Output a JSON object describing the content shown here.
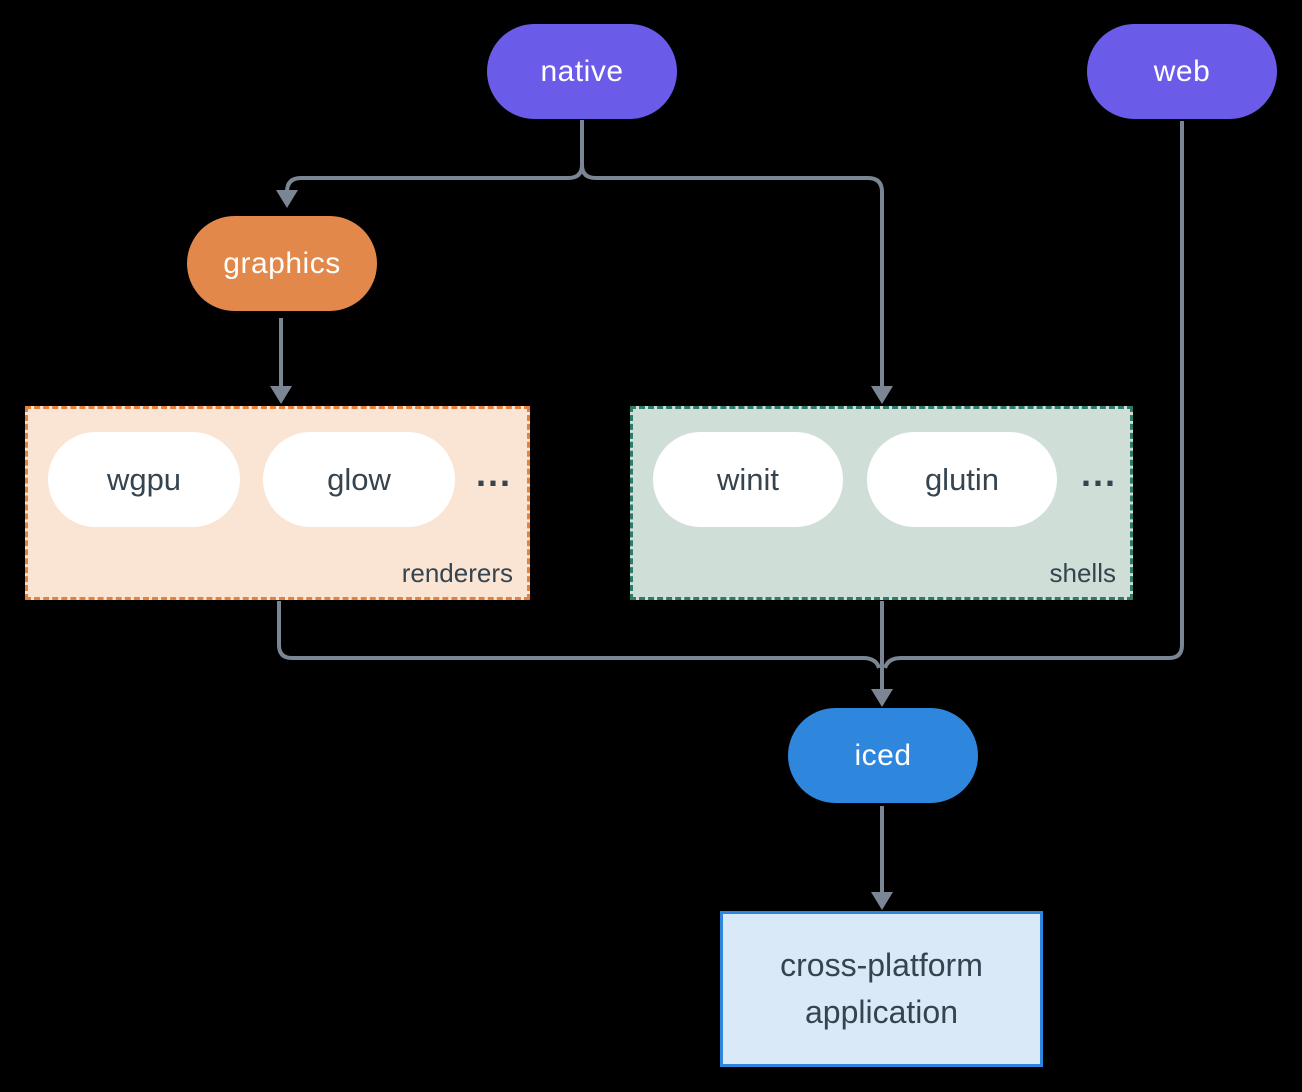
{
  "diagram": {
    "line_color": "#7b8694",
    "item_fill": "#ffffff",
    "item_text_color": "#35444f",
    "nodes": {
      "native": {
        "label": "native",
        "fill": "#6a5ce8",
        "text_color": "#ffffff"
      },
      "web": {
        "label": "web",
        "fill": "#6a5ce8",
        "text_color": "#ffffff"
      },
      "graphics": {
        "label": "graphics",
        "fill": "#e2884a",
        "text_color": "#ffffff"
      },
      "iced": {
        "label": "iced",
        "fill": "#2e87dc",
        "text_color": "#ffffff"
      },
      "application": {
        "line1": "cross-platform",
        "line2": "application",
        "fill": "#d9e9f8",
        "border_color": "#2e86dc",
        "text_color": "#35444f"
      }
    },
    "groups": {
      "renderers": {
        "label": "renderers",
        "fill": "#fae5d5",
        "border_color": "#e5813c",
        "text_color": "#35444f",
        "items": [
          "wgpu",
          "glow"
        ],
        "ellipsis": "..."
      },
      "shells": {
        "label": "shells",
        "fill": "#cfdfd8",
        "border_color": "#2f7a68",
        "text_color": "#35444f",
        "items": [
          "winit",
          "glutin"
        ],
        "ellipsis": "..."
      }
    }
  }
}
